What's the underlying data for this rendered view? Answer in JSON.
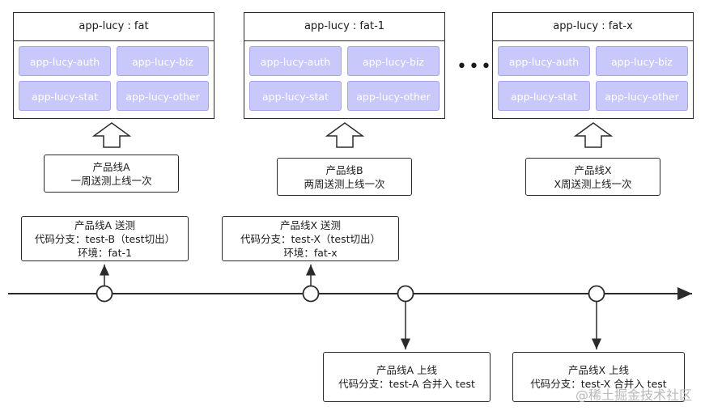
{
  "environments": [
    {
      "title": "app-lucy : fat",
      "services": [
        "app-lucy-auth",
        "app-lucy-biz",
        "app-lucy-stat",
        "app-lucy-other"
      ]
    },
    {
      "title": "app-lucy : fat-1",
      "services": [
        "app-lucy-auth",
        "app-lucy-biz",
        "app-lucy-stat",
        "app-lucy-other"
      ]
    },
    {
      "title": "app-lucy : fat-x",
      "services": [
        "app-lucy-auth",
        "app-lucy-biz",
        "app-lucy-stat",
        "app-lucy-other"
      ]
    }
  ],
  "ellipsis": "•••",
  "product_lines": [
    {
      "line1": "产品线A",
      "line2": "一周送测上线一次"
    },
    {
      "line1": "产品线B",
      "line2": "两周送测上线一次"
    },
    {
      "line1": "产品线X",
      "line2": "X周送测上线一次"
    }
  ],
  "test_events": [
    {
      "line1": "产品线A 送测",
      "line2": "代码分支：test-B（test切出）",
      "line3": "环境：fat-1"
    },
    {
      "line1": "产品线X 送测",
      "line2": "代码分支：test-X（test切出）",
      "line3": "环境：fat-x"
    }
  ],
  "release_events": [
    {
      "line1": "产品线A 上线",
      "line2": "代码分支：test-A 合并入 test"
    },
    {
      "line1": "产品线X 上线",
      "line2": "代码分支：test-X 合并入 test"
    }
  ],
  "watermark": "@稀土掘金技术社区"
}
